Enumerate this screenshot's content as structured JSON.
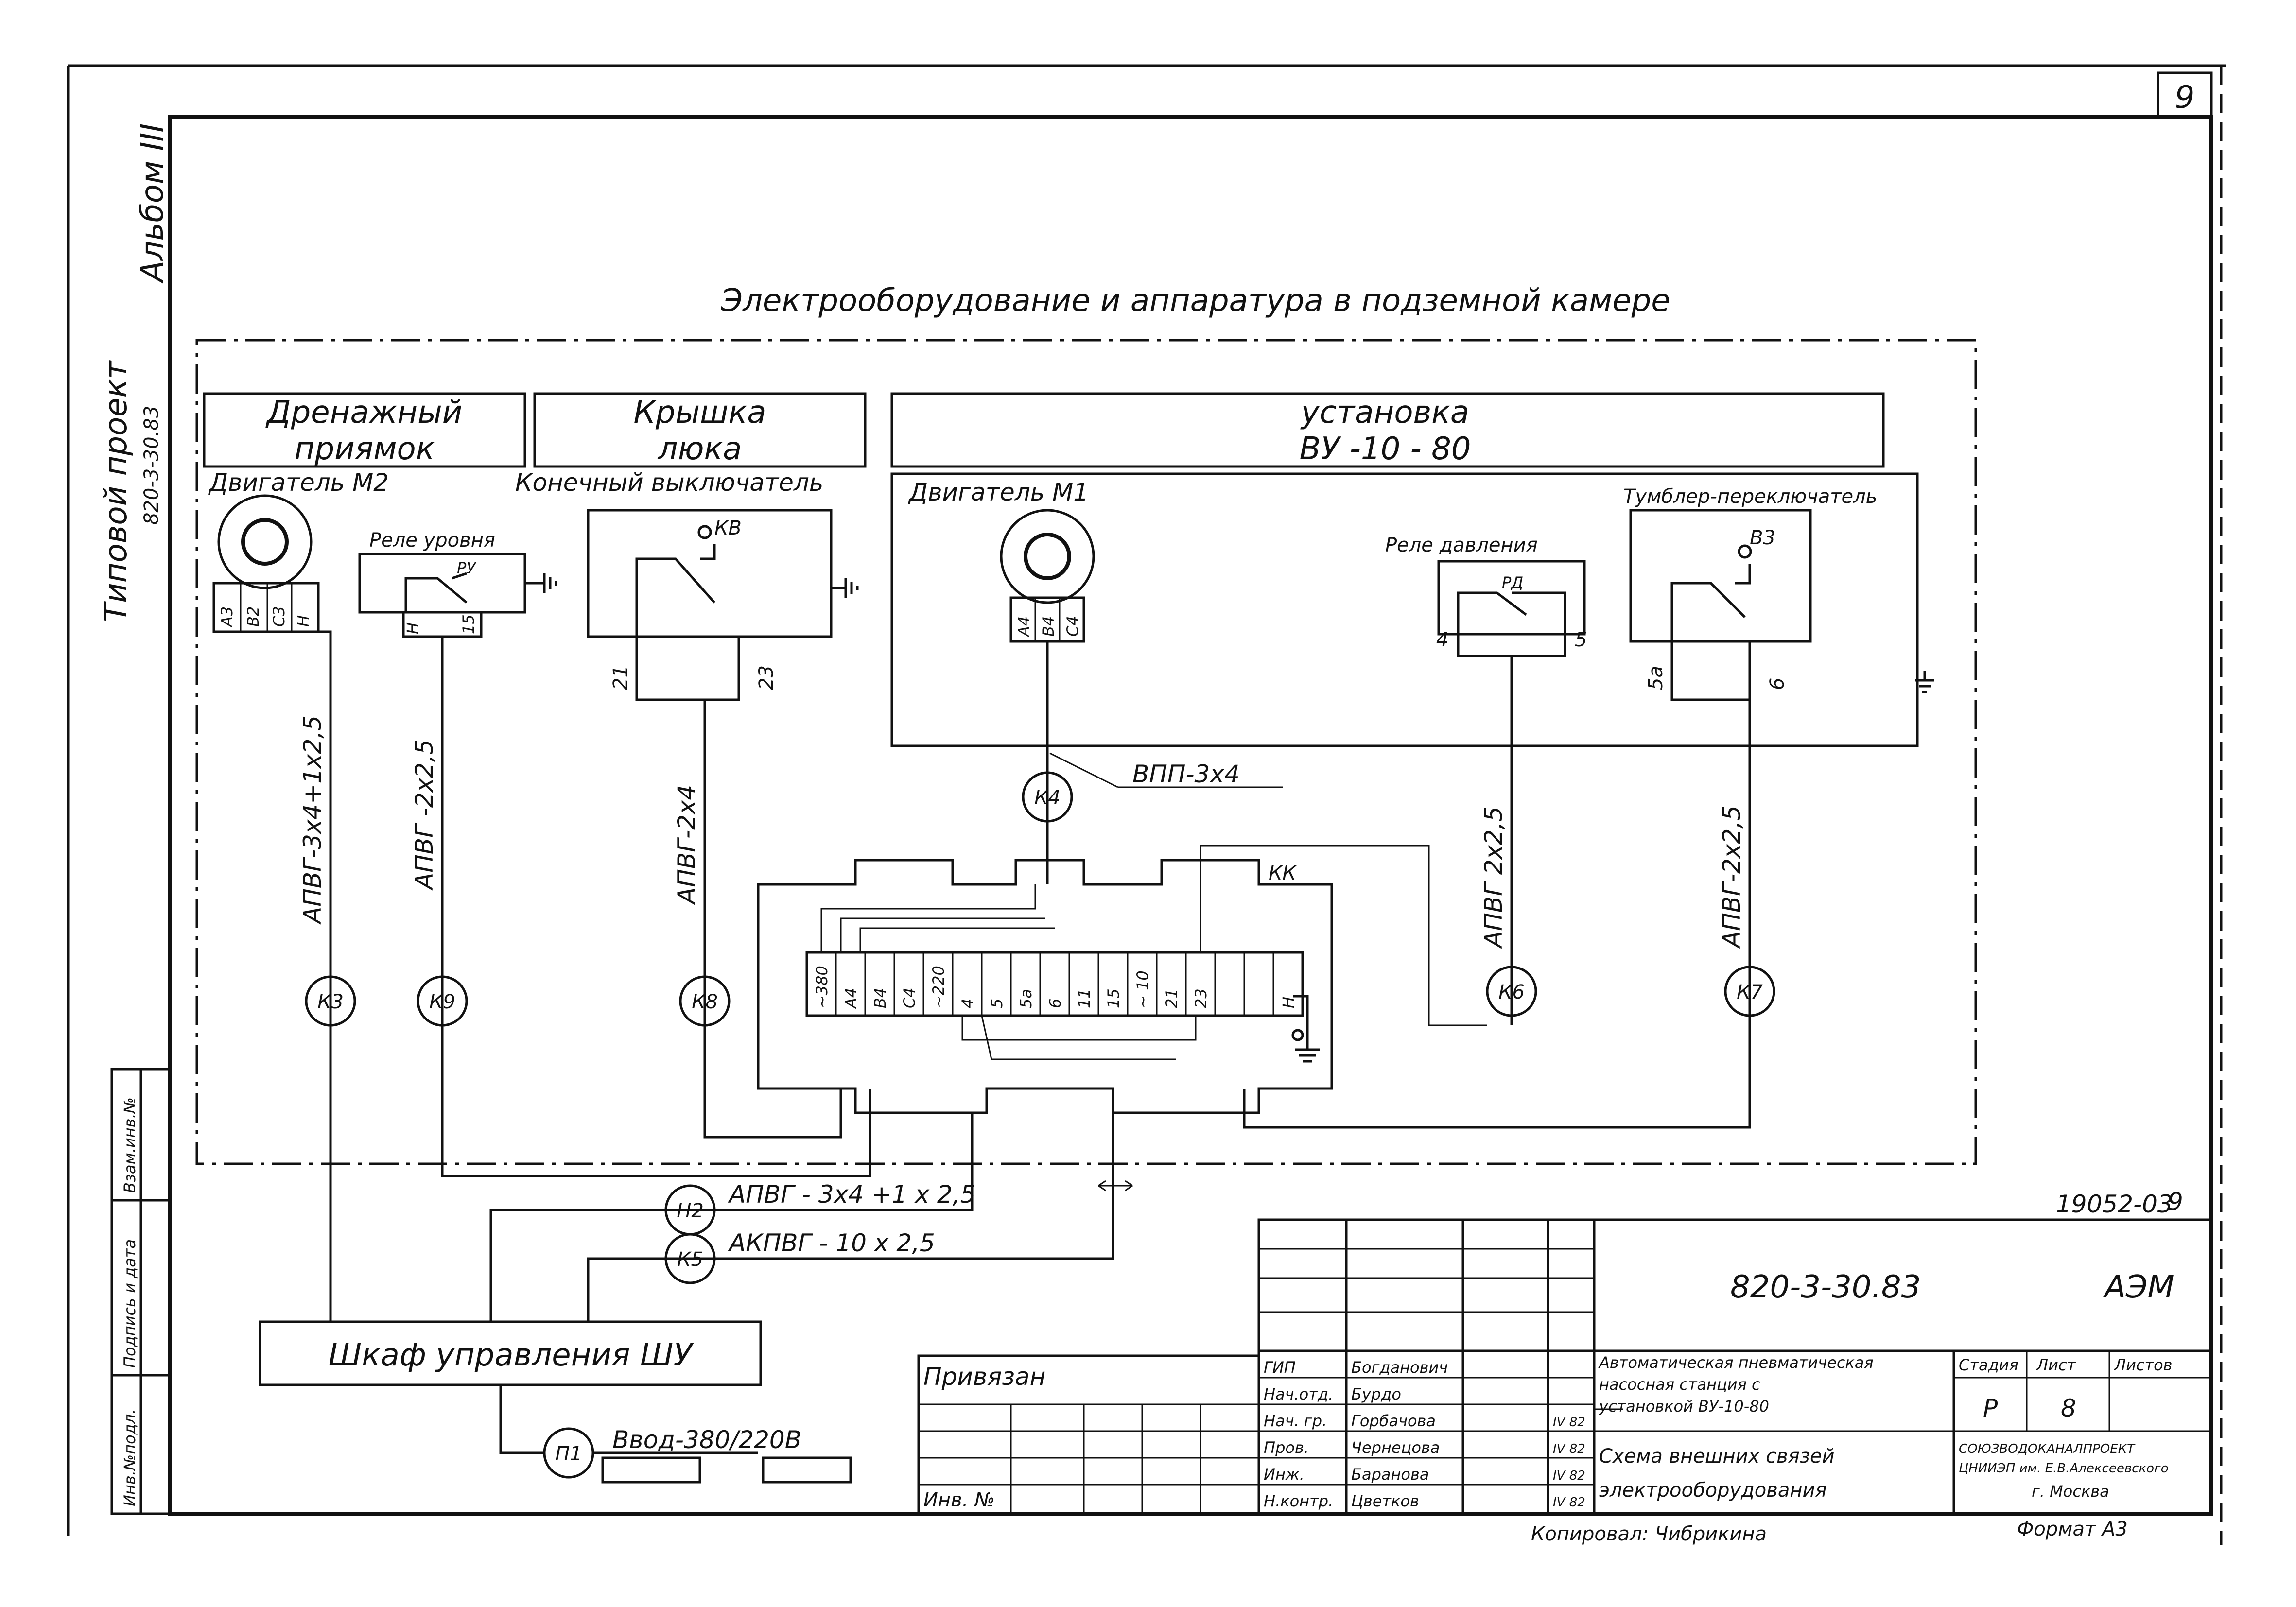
{
  "page_number": "9",
  "margin": {
    "album": "Альбом III",
    "typical_project": "Типовой проект",
    "project_code": "820-3-30.83",
    "stamp_cols": [
      "Инв.№подл.",
      "Подпись и дата",
      "Взам.инв.№"
    ]
  },
  "title": "Электрооборудование и аппаратура в подземной камере",
  "sections": {
    "drain": "Дренажный приямок",
    "hatch": "Крышка люка",
    "unit_line1": "установка",
    "unit_line2": "ВУ -10 - 80"
  },
  "devices": {
    "motor_m2": "Двигатель М2",
    "level_relay": "Реле уровня",
    "level_relay_code": "РУ",
    "limit_switch": "Конечный выключатель",
    "limit_switch_code": "КВ",
    "motor_m1": "Двигатель М1",
    "pressure_relay": "Реле давления",
    "pressure_relay_code": "РД",
    "toggle_switch": "Тумблер-переключатель",
    "toggle_switch_code": "В3",
    "terminal_box": "КК",
    "cabinet": "Шкаф управления ШУ",
    "input": "Ввод-380/220В"
  },
  "terminals": {
    "m2": [
      "А3",
      "В2",
      "С3",
      "Н"
    ],
    "ru": [
      "Н",
      "15"
    ],
    "kv": [
      "21",
      "23"
    ],
    "m1": [
      "А4",
      "В4",
      "С4"
    ],
    "rd": [
      "4",
      "5"
    ],
    "v3": [
      "5а",
      "6"
    ],
    "kk": [
      "~380",
      "А4",
      "В4",
      "С4",
      "~220",
      "4",
      "5",
      "5а",
      "6",
      "11",
      "15",
      "~ 10",
      "21",
      "23",
      "",
      "",
      "Н"
    ]
  },
  "cable_marks": {
    "k3": "К3",
    "k9": "К9",
    "k8": "К8",
    "k4": "К4",
    "k6": "К6",
    "k7": "К7",
    "n2": "Н2",
    "k5": "К5",
    "p1": "П1"
  },
  "cables": {
    "k3": "АПВГ-3х4+1х2,5",
    "k9": "АПВГ -2х2,5",
    "k8": "АПВГ-2х4",
    "k4": "ВПП-3х4",
    "k6": "АПВГ 2х2,5",
    "k7": "АПВГ-2х2,5",
    "n2": "АПВГ - 3х4 +1 х 2,5",
    "k5": "АКПВГ - 10 х 2,5"
  },
  "title_block": {
    "number": "19052-03",
    "sheet_top": "9",
    "doc_code": "820-3-30.83",
    "mark": "АЭМ",
    "attached": "Привязан",
    "inv": "Инв. №",
    "roles": [
      "ГИП",
      "Нач.отд.",
      "Нач. гр.",
      "Пров.",
      "Инж.",
      "Н.контр."
    ],
    "names": [
      "Богданович",
      "Бурдо",
      "Горбачова",
      "Чернецова",
      "Баранова",
      "Цветков"
    ],
    "dates": [
      "",
      "",
      "IV 82",
      "IV 82",
      "IV 82",
      "IV 82"
    ],
    "project_name": "Автоматическая пневматическая насосная станция с установкой ВУ-10-80",
    "sheet_name": "Схема внешних связей электрооборудования",
    "col_stage": "Стадия",
    "col_sheet": "Лист",
    "col_sheets": "Листов",
    "stage": "Р",
    "sheet": "8",
    "org": "СОЮЗВОДОКАНАЛПРОЕКТ ЦНИИЭП им. Е.В.Алексеевского",
    "city": "г. Москва",
    "copied": "Копировал: Чибрикина",
    "format": "Формат А3"
  }
}
